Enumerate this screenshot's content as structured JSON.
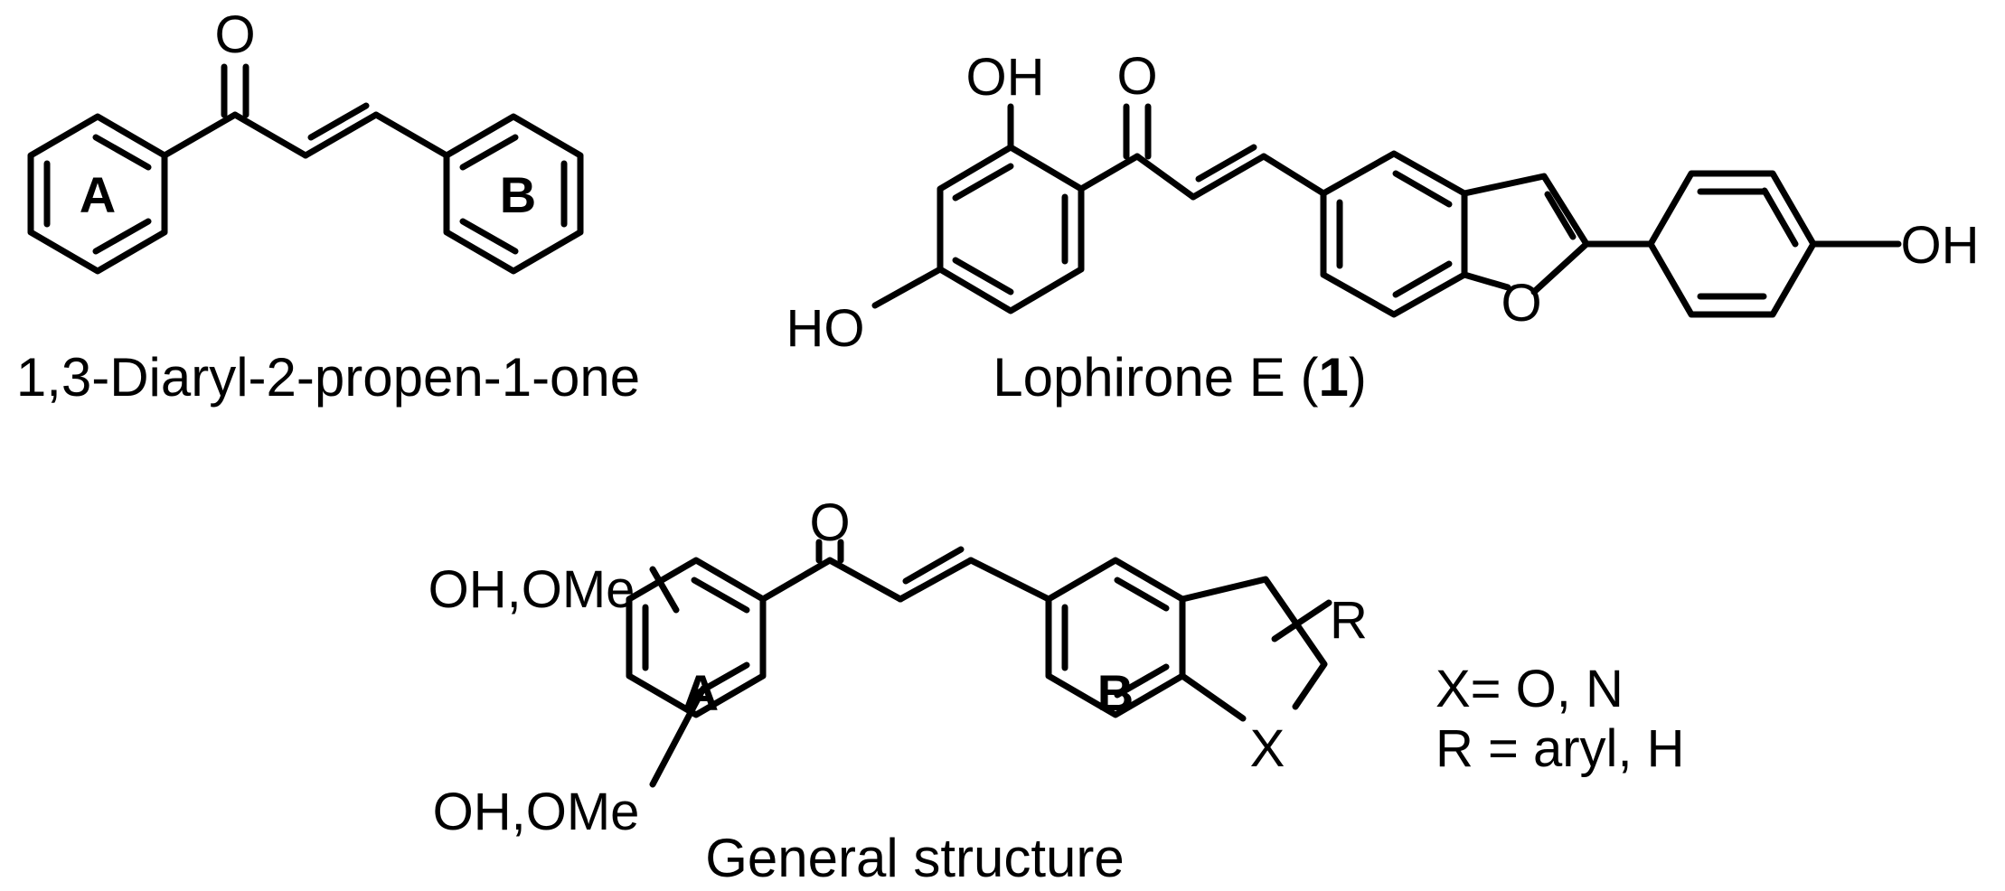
{
  "structures": {
    "chalcone": {
      "caption": "1,3-Diaryl-2-propen-1-one",
      "carbonyl_o": "O",
      "ring_a": "A",
      "ring_b": "B"
    },
    "lophirone": {
      "caption_main": "Lophirone E (",
      "caption_num": "1",
      "caption_end": ")",
      "carbonyl_o": "O",
      "oh_top": "OH",
      "oh_left": "HO",
      "oh_right": "OH",
      "furan_o": "O"
    },
    "general": {
      "caption": "General structure",
      "carbonyl_o": "O",
      "sub_top": "OH,OMe",
      "sub_bottom": "OH,OMe",
      "ring_a": "A",
      "ring_b": "B",
      "hetero_x": "X",
      "r_group": "R",
      "note_x": "X= O, N",
      "note_r": "R = aryl, H"
    }
  }
}
